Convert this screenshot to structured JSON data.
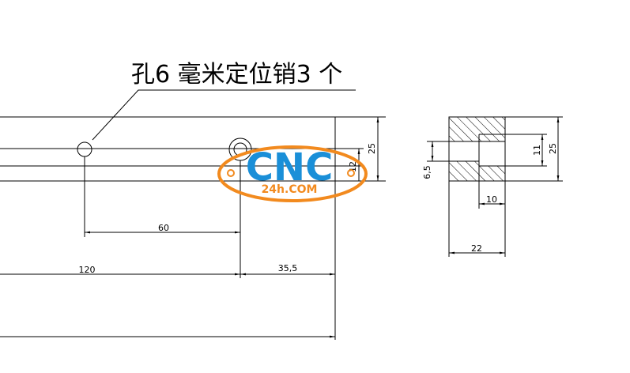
{
  "annotation": {
    "text": "孔6 毫米定位销3 个"
  },
  "dimensions": {
    "hole_spacing": "60",
    "length_120": "120",
    "edge_offset": "35,5",
    "height_left": "25",
    "hole_dia_left": "12",
    "section_height": "25",
    "section_inner": "11",
    "section_depth": "6,5",
    "section_10": "10",
    "section_width": "22"
  },
  "logo": {
    "main": "CNC",
    "sub": "24h.COM",
    "color_main": "#1a8fd8",
    "color_ring": "#f28a1e"
  }
}
